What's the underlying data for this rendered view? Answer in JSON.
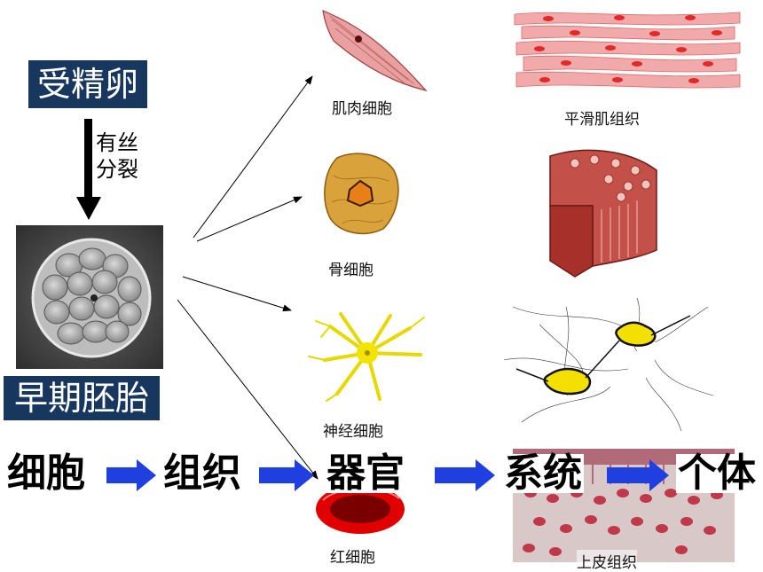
{
  "labels": {
    "fertilized_egg": "受精卵",
    "mitosis_line1": "有丝",
    "mitosis_line2": "分裂",
    "early_embryo": "早期胚胎"
  },
  "cells": {
    "muscle_cell": "肌肉细胞",
    "bone_cell": "骨细胞",
    "nerve_cell": "神经细胞",
    "red_blood_cell": "红细胞"
  },
  "tissues": {
    "smooth_muscle": "平滑肌组织",
    "epithelial": "上皮组织"
  },
  "flow": [
    "细胞",
    "组织",
    "器官",
    "系统",
    "个体"
  ],
  "colors": {
    "label_bg": "#17375e",
    "arrow_blue": "#1f3fe0"
  }
}
